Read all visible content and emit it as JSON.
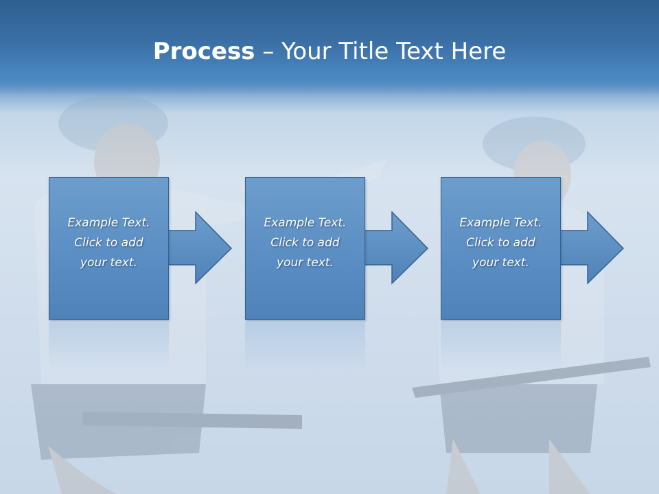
{
  "slide": {
    "title_bold": "Process",
    "title_rest": " – Your Title Text Here",
    "steps": [
      {
        "line1": "Example Text.",
        "line2": "Click  to add",
        "line3": "your text."
      },
      {
        "line1": "Example Text.",
        "line2": "Click  to add",
        "line3": "your text."
      },
      {
        "line1": "Example Text.",
        "line2": "Click  to add",
        "line3": "your text."
      }
    ]
  },
  "colors": {
    "header": "#3b70a6",
    "box_fill": "#5b8ec4",
    "box_border": "#35628f",
    "text": "#ffffff"
  }
}
